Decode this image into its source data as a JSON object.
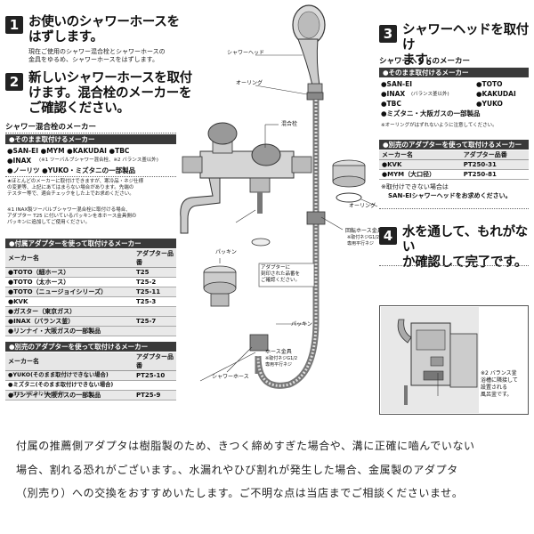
{
  "step1": {
    "num": "1",
    "title_l1": "お使いのシャワーホースを",
    "title_l2": "はずします。",
    "desc_l1": "現在ご使用のシャワー混合栓とシャワーホースの",
    "desc_l2": "金具をゆるめ、シャワーホースをはずします。"
  },
  "step2": {
    "num": "2",
    "title_l1": "新しいシャワーホースを取付",
    "title_l2": "けます。混合栓のメーカーを",
    "title_l3": "ご確認ください。"
  },
  "mixer": {
    "caption": "シャワー混合栓のメーカー",
    "bar": "●そのまま取付けるメーカー",
    "rows": [
      "●SAN-EI  ●MYM  ●KAKUDAI  ●TBC",
      "●INAX",
      "●ノーリツ  ●YUKO・ミズタニの一部製品"
    ],
    "inax_note": "(※1 ツーバルブシャワー混合栓、※2 バランス釜以外)",
    "note_l1": "★ほとんどのメーカーに取付けできますが、寒冷品・ネジ仕様",
    "note_l2": "の変更等、上記にあてはまらない場合があります。先端の",
    "note_l3": "テスター等で、適合チェックをした上でお求めください。",
    "foot_l1": "※1 INAX製ツーバルブシャワー混合栓に取付ける場合、",
    "foot_l2": "アダプター T25 に付いているパッキンを本ホース金具側の",
    "foot_l3": "パッキンに追加してご使用ください。"
  },
  "included": {
    "bar": "●付属アダプターを使って取付けるメーカー",
    "header": [
      "メーカー名",
      "アダプター品番"
    ],
    "rows": [
      {
        "name": "●TOTO（細ホース）",
        "code": "T25"
      },
      {
        "name": "●TOTO（太ホース）",
        "code": "T25-2"
      },
      {
        "name": "●TOTO（ニュージョイシリーズ）",
        "code": "T25-11"
      },
      {
        "name": "●KVK",
        "code": "T25-3"
      },
      {
        "name": "●ガスター（東京ガス）",
        "code": ""
      },
      {
        "name": "●INAX（バランス釜）",
        "code": "T25-7"
      },
      {
        "name": "●リンナイ・大阪ガスの一部製品",
        "code": ""
      }
    ]
  },
  "separate": {
    "bar": "●別売のアダプターを使って取付けるメーカー",
    "header": [
      "メーカー名",
      "アダプター品番"
    ],
    "rows": [
      {
        "name": "●YUKO(そのまま取付けできない場合)",
        "code": "PT25-10"
      },
      {
        "name": "●ミズタニ(そのまま取付けできない場合)",
        "code": ""
      },
      {
        "name": "●リンナイ・大阪ガスの一部製品",
        "code": "PT25-9"
      }
    ],
    "foot": "(T25-7で合わない場合)"
  },
  "step3": {
    "num": "3",
    "title_l1": "シャワーヘッドを取付け",
    "title_l2": "ます。",
    "caption": "シャワーヘッドのメーカー",
    "bar": "●そのまま取付けるメーカー",
    "col1": [
      "●SAN-EI",
      "●INAX",
      "●TBC",
      "●ミズタニ・大阪ガスの一部製品"
    ],
    "inax_note": "(バランス釜以外)",
    "col2": [
      "●TOTO",
      "●KAKUDAI",
      "●YUKO"
    ],
    "note": "※オーリングがはずれないように注意してください。"
  },
  "head_adapter": {
    "bar": "●別売のアダプターを使って取付けるメーカー",
    "header": [
      "メーカー名",
      "アダプター品番"
    ],
    "rows": [
      {
        "name": "●KVK",
        "code": "PT250-31"
      },
      {
        "name": "●MYM（大口径）",
        "code": "PT250-81"
      }
    ],
    "note_l1": "※取付けできない場合は",
    "note_l2": "SAN-EIシャワーヘッドをお求めください。"
  },
  "step4": {
    "num": "4",
    "title_l1": "水を通して、もれがない",
    "title_l2": "か確認して完了です。"
  },
  "diagram_labels": {
    "shower_head": "シャワーヘッド",
    "o_ring": "オーリング",
    "mixer": "混合栓",
    "o_ring2": "オーリング",
    "packing": "パッキン",
    "rotating_fitting": "回転ホース金具",
    "rotating_fitting_note1": "※取付ネジG1/2",
    "rotating_fitting_note2": "専用平行ネジ",
    "adapter_note_l1": "アダプターに",
    "adapter_note_l2": "刻印された品番を",
    "adapter_note_l3": "ご確認ください。",
    "packing2": "パッキン",
    "hose_fitting": "ホース金具",
    "hose_fitting_note1": "※取付ネジG1/2",
    "hose_fitting_note2": "専用平行ネジ",
    "shower_hose": "シャワーホース",
    "balance_note_l1": "※2 バランス釜",
    "balance_note_l2": "浴槽に隣接して",
    "balance_note_l3": "設置される",
    "balance_note_l4": "風呂釜です。"
  },
  "bottom": {
    "l1": "付属の推薦側アダプタは樹脂製のため、きつく締めすぎた場合や、溝に正確に嚙んでいない",
    "l2": "場合、割れる恐れがございます。、水漏れやひび割れが発生した場合、金属製のアダプタ",
    "l3": "（別売り）への交換をおすすめいたします。ご不明な点は当店までご相談くださいませ。"
  }
}
